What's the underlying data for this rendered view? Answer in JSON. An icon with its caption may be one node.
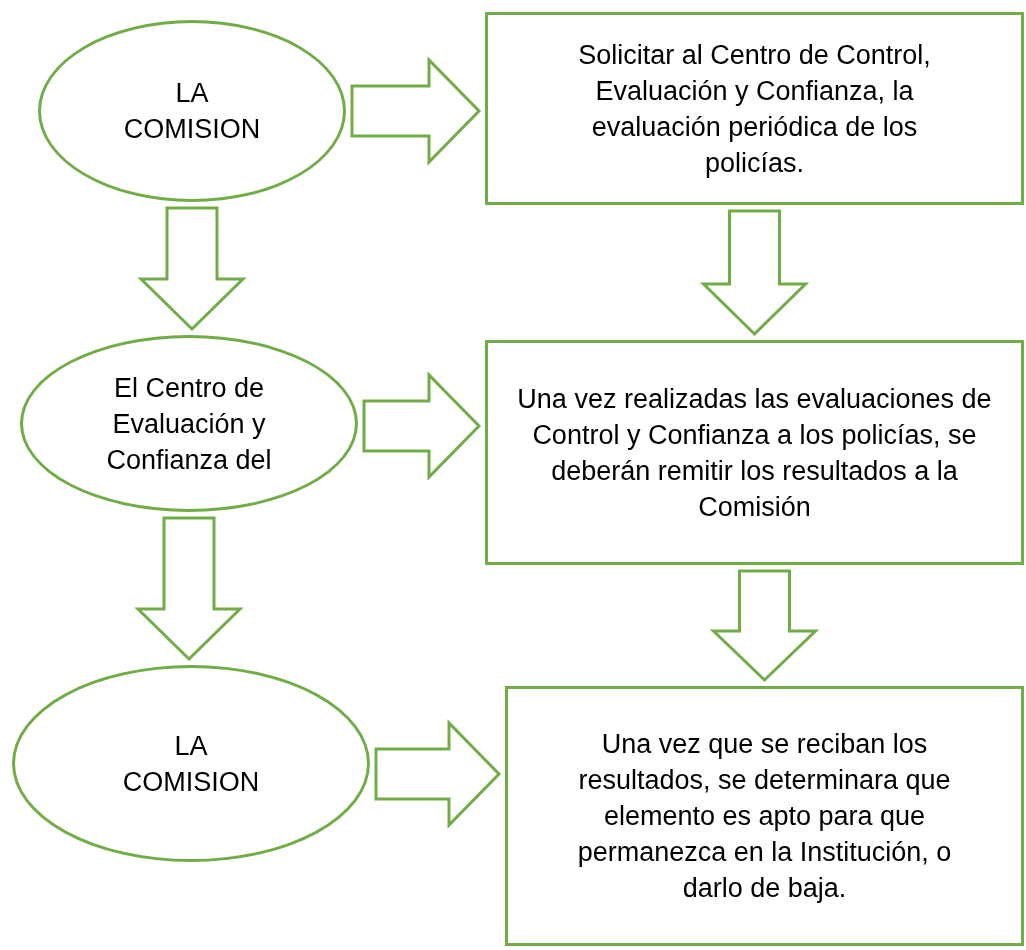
{
  "diagram": {
    "nodes": [
      {
        "text": [
          "LA COMISION"
        ]
      },
      {
        "text": [
          "Solicitar al Centro de Control, Evaluación y Confianza, la evaluación periódica de los policías."
        ]
      },
      {
        "text": [
          "El Centro de Evaluación y Confianza del"
        ]
      },
      {
        "text": [
          "Una vez realizadas las evaluaciones de Control y Confianza a los policías, se deberán remitir los resultados a la Comisión"
        ]
      },
      {
        "text": [
          "LA COMISION"
        ]
      },
      {
        "text": [
          "Una vez que se reciban los resultados, se determinara que elemento es apto para que permanezca en la Institución, o darlo de baja."
        ]
      }
    ],
    "edges": [
      {
        "from": 0,
        "to": 1,
        "arrow": "to"
      },
      {
        "from": 0,
        "to": 2,
        "arrow": "to"
      },
      {
        "from": 1,
        "to": 3,
        "arrow": "to"
      },
      {
        "from": 2,
        "to": 3,
        "arrow": "to"
      },
      {
        "from": 2,
        "to": 4,
        "arrow": "to"
      },
      {
        "from": 3,
        "to": 5,
        "arrow": "to"
      },
      {
        "from": 4,
        "to": 5,
        "arrow": "to"
      }
    ]
  }
}
